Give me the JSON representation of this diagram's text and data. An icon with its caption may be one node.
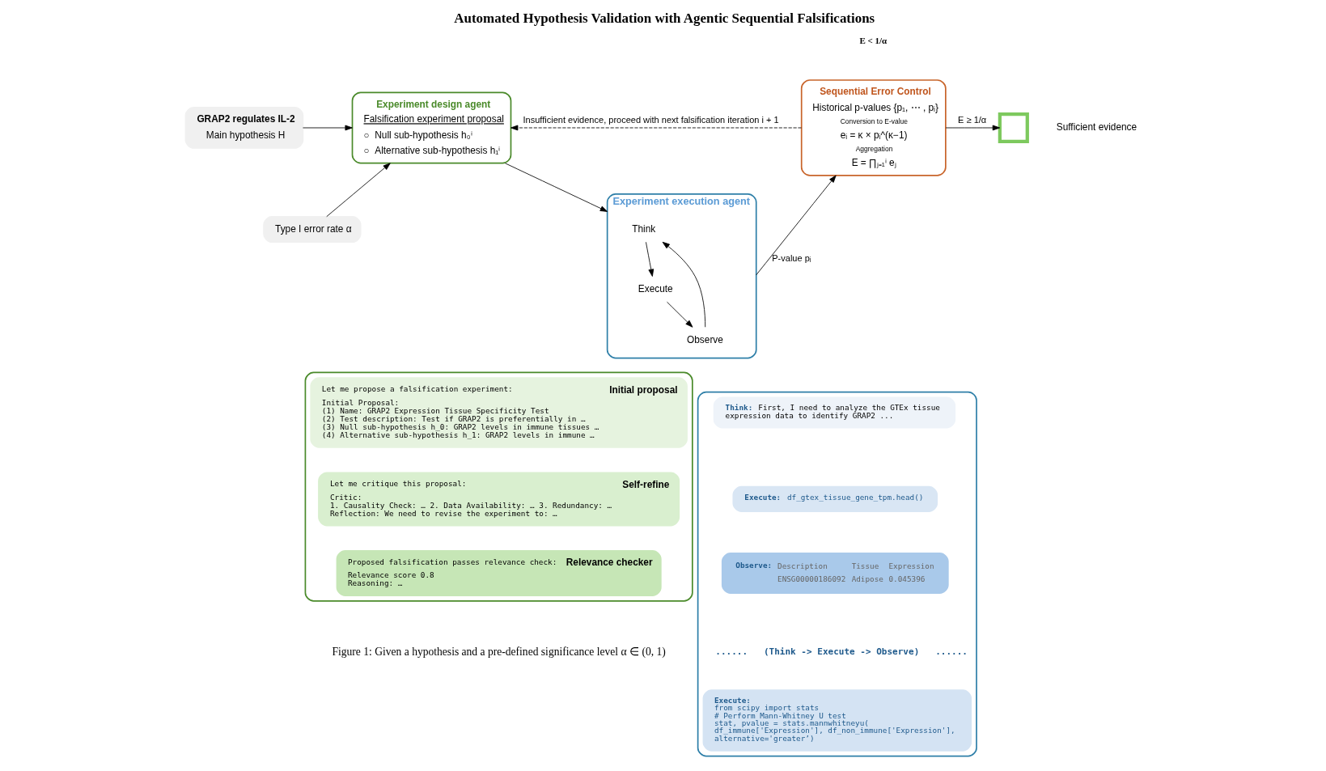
{
  "diagram": {
    "title": "Automated Hypothesis Validation with Agentic Sequential Falsifications",
    "caption": "Figure 1: Given a hypothesis and a pre-defined significance level α ∈ (0, 1)",
    "nodes": [
      {
        "text": [
          "GRAP2 regulates IL-2",
          "Main hypothesis H"
        ]
      },
      {
        "text": [
          "Type I error rate α"
        ]
      },
      {
        "text": [
          "Experiment design agent",
          "Falsification experiment proposal",
          "○  Null sub-hypothesis h₀ⁱ",
          "○  Alternative sub-hypothesis h₁ⁱ"
        ]
      },
      {
        "text": [
          "Experiment execution agent"
        ]
      },
      {
        "text": [
          "Think"
        ],
        "in": 3
      },
      {
        "text": [
          "Execute"
        ],
        "in": 3
      },
      {
        "text": [
          "Observe"
        ],
        "in": 3
      },
      {
        "text": [
          "Sequential Error Control",
          "Historical p-values {p₁, ⋯ , pᵢ}",
          "Conversion to E-value",
          "eᵢ = κ × pᵢ^(κ−1)",
          "Aggregation",
          "E = ∏ⱼ₌₁ⁱ eⱼ"
        ]
      },
      {
        "text": [],
        "shape": "box",
        "beside": [
          "Sufficient evidence"
        ]
      },
      {
        "text": [],
        "shape": "box"
      },
      {
        "text": [
          "Let me propose a falsification experiment:",
          "Initial proposal",
          "Initial Proposal:",
          "(1) Name: GRAP2 Expression Tissue Specificity Test",
          "(2) Test description: Test if GRAP2 is preferentially in …",
          "(3) Null sub-hypothesis h_0: GRAP2 levels in immune tissues …",
          "(4) Alternative sub-hypothesis h_1: GRAP2 levels in immune …"
        ],
        "in": 9
      },
      {
        "text": [
          "Let me critique this proposal:",
          "Self-refine",
          "Critic:",
          "1. Causality Check: … 2. Data Availability: … 3. Redundancy: …",
          "Reflection: We need to revise the experiment to: …"
        ],
        "in": 9
      },
      {
        "text": [
          "Proposed falsification passes relevance check:",
          "Relevance checker",
          "Relevance score 0.8",
          "Reasoning: …"
        ],
        "in": 9
      },
      {
        "text": [],
        "shape": "box"
      },
      {
        "text": [
          "Think:",
          "First, I need to analyze the GTEx tissue",
          "expression data to identify GRAP2 ..."
        ],
        "in": 13
      },
      {
        "text": [
          "Execute:",
          "df_gtex_tissue_gene_tpm.head()"
        ],
        "in": 13
      },
      {
        "text": [
          "Observe:",
          "Description",
          "Tissue",
          "Expression",
          "ENSG00000186092",
          "Adipose",
          "0.045396"
        ],
        "in": 13
      },
      {
        "text": [
          "Execute:",
          "from scipy import stats",
          "# Perform Mann-Whitney U test",
          "stat, pvalue = stats.mannwhitneyu(",
          "df_immune['Expression'], df_non_immune['Expression'],",
          "alternative='greater’)"
        ],
        "in": 13
      }
    ],
    "edges": [
      {
        "from": 0,
        "to": 2,
        "arrow": "to"
      },
      {
        "from": 1,
        "to": 2,
        "arrow": "to"
      },
      {
        "from": 2,
        "to": 3,
        "arrow": "to"
      },
      {
        "from": 4,
        "to": 5,
        "arrow": "to"
      },
      {
        "from": 5,
        "to": 6,
        "arrow": "to"
      },
      {
        "from": 6,
        "to": 4,
        "arrow": "to"
      },
      {
        "from": 3,
        "to": 7,
        "arrow": "to",
        "label": "P-value pᵢ"
      },
      {
        "from": 7,
        "to": 8,
        "arrow": "to",
        "label": "E ≥ 1/α"
      },
      {
        "from": 7,
        "to": 2,
        "arrow": "to",
        "style": "dashed",
        "label": "Insufficient evidence, proceed with next falsification iteration i + 1"
      }
    ],
    "labels": [
      "E < 1/α",
      "......   (Think -> Execute -> Observe)   ......"
    ]
  }
}
